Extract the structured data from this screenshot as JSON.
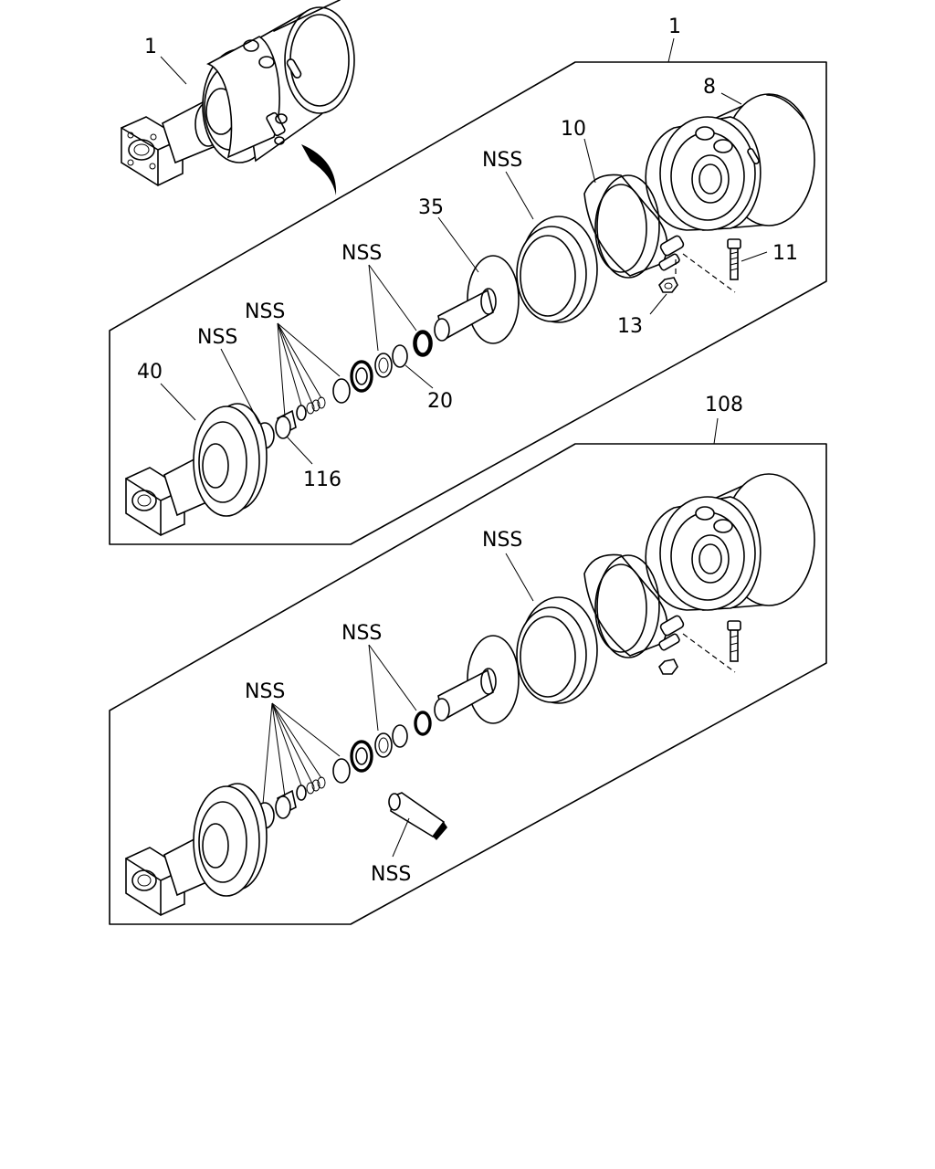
{
  "callouts": {
    "assembly_overview": "1",
    "assembly_top": "1",
    "chamber": "8",
    "clamp": "10",
    "bolt": "11",
    "nut": "13",
    "seal_top": "NSS",
    "diaphragm_plate": "35",
    "seals_middle_top": "NSS",
    "oring": "20",
    "seals_left_top": "NSS",
    "seal_small_top": "NSS",
    "housing": "40",
    "valve": "116",
    "assembly_bottom": "108",
    "seal_bottom": "NSS",
    "seals_middle_bottom": "NSS",
    "seals_left_bottom": "NSS",
    "grease_tube": "NSS"
  }
}
